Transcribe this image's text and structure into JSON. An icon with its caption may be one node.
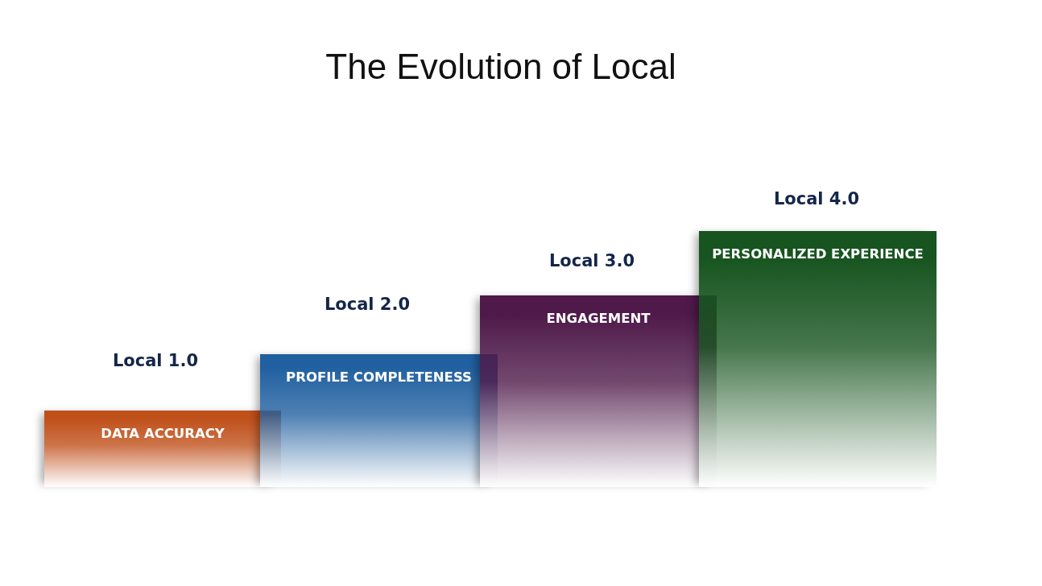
{
  "diagram": {
    "title": "The Evolution of Local",
    "nodes": [
      {
        "text": [
          "Local 1.0",
          "DATA ACCURACY"
        ]
      },
      {
        "text": [
          "Local 2.0",
          "PROFILE COMPLETENESS"
        ]
      },
      {
        "text": [
          "Local 3.0",
          "ENGAGEMENT"
        ]
      },
      {
        "text": [
          "Local 4.0",
          "PERSONALIZED EXPERIENCE"
        ]
      }
    ]
  }
}
